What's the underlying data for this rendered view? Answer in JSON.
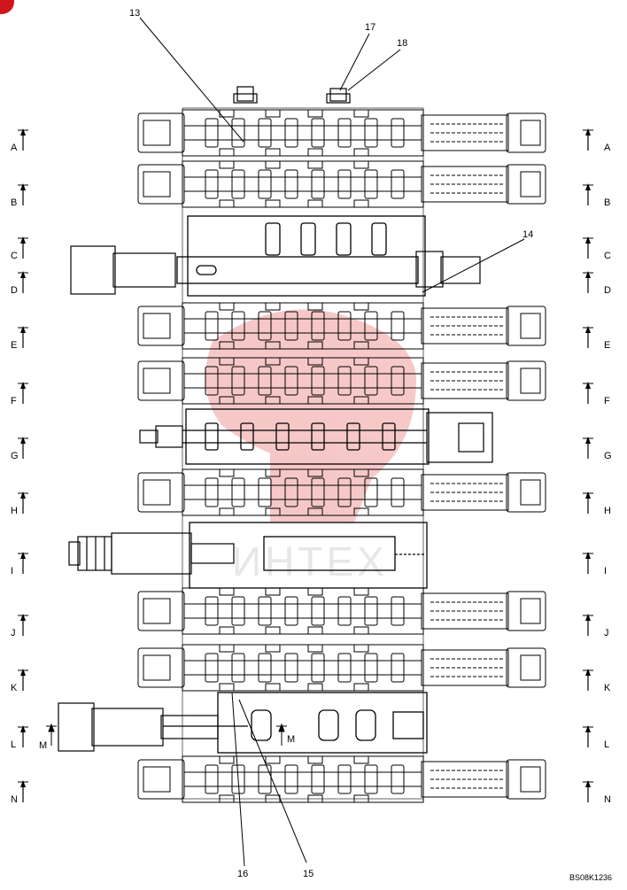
{
  "section_markers": [
    "A",
    "B",
    "C",
    "D",
    "E",
    "F",
    "G",
    "H",
    "I",
    "J",
    "K",
    "L",
    "N"
  ],
  "section_marker_m": "M",
  "callouts": [
    "13",
    "14",
    "15",
    "16",
    "17",
    "18"
  ],
  "watermark": "ИНТЕХ",
  "caption": "BS08K1236",
  "colors": {
    "line": "#000000",
    "stamp": "#e23b3b",
    "badge": "#d0141c"
  }
}
